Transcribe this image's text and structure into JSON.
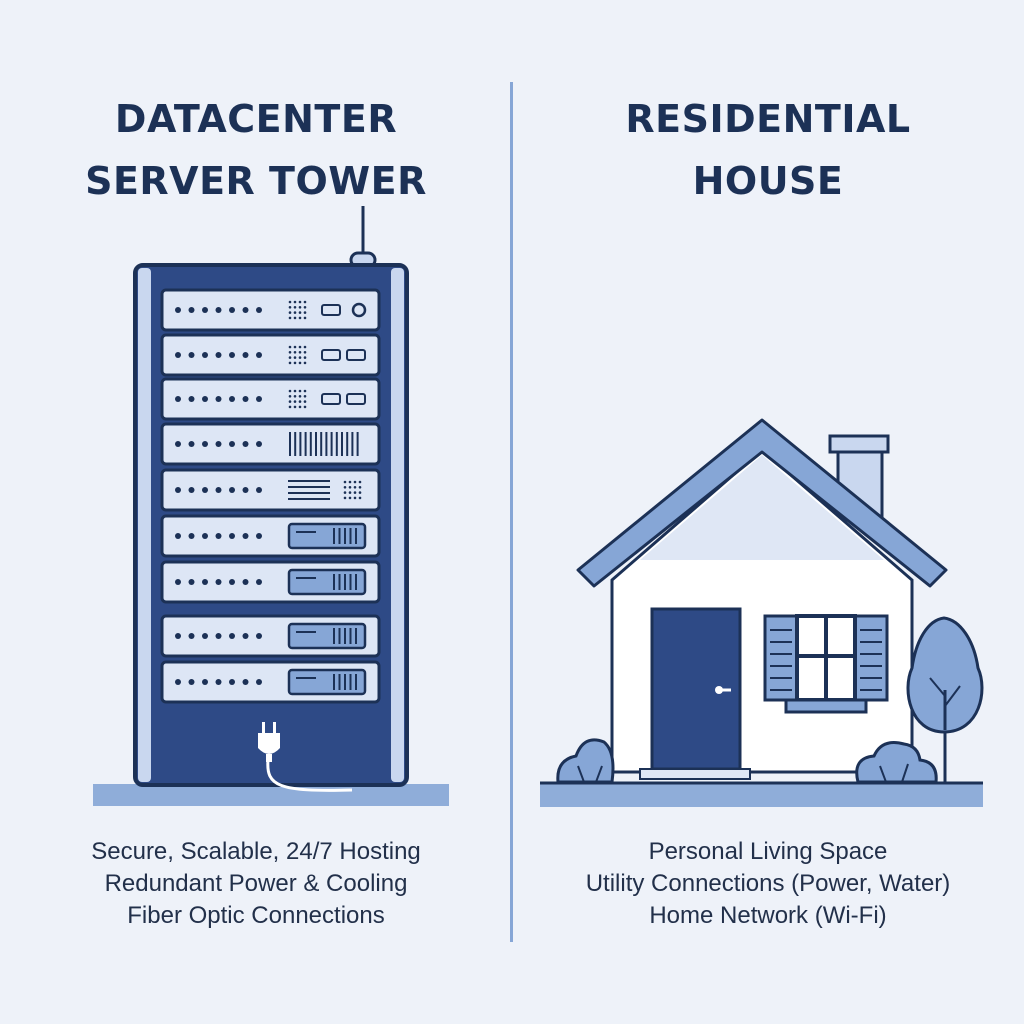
{
  "left": {
    "title_line1": "DATACENTER",
    "title_line2": "SERVER TOWER",
    "captions": [
      "Secure, Scalable, 24/7 Hosting",
      "Redundant Power & Cooling",
      "Fiber Optic Connections"
    ]
  },
  "right": {
    "title_line1": "RESIDENTIAL",
    "title_line2": "HOUSE",
    "captions": [
      "Personal Living Space",
      "Utility Connections (Power, Water)",
      "Home Network (Wi-Fi)"
    ]
  },
  "colors": {
    "navy": "#1c3156",
    "rack_blue": "#2e4a86",
    "accent_blue": "#86a6d6",
    "light_blue": "#c9d7ef",
    "background": "#eef2f9"
  },
  "icons": [
    "server-rack-icon",
    "power-plug-icon",
    "antenna-icon",
    "house-icon",
    "tree-icon",
    "bush-icon",
    "chimney-icon",
    "door-icon",
    "window-icon"
  ]
}
